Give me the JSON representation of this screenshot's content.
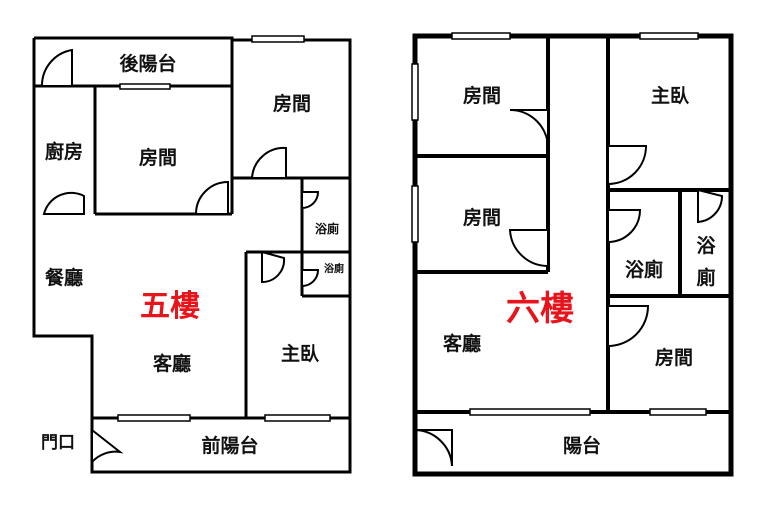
{
  "floor5": {
    "title": "五樓",
    "rooms": {
      "rear_balcony": "後陽台",
      "kitchen": "廚房",
      "room_a": "房間",
      "room_b": "房間",
      "bath_a": "浴廁",
      "bath_b": "浴廁",
      "dining": "餐廳",
      "living": "客廳",
      "master": "主臥",
      "front_balcony": "前陽台",
      "entrance": "門口"
    }
  },
  "floor6": {
    "title": "六樓",
    "rooms": {
      "room_a": "房間",
      "room_b": "房間",
      "master": "主臥",
      "bath_a": "浴廁",
      "bath_b_line1": "浴",
      "bath_b_line2": "廁",
      "living": "客廳",
      "room_c": "房間",
      "balcony": "陽台"
    }
  },
  "colors": {
    "floor_title": "#e8141b",
    "wall": "#000000",
    "text": "#111111"
  }
}
